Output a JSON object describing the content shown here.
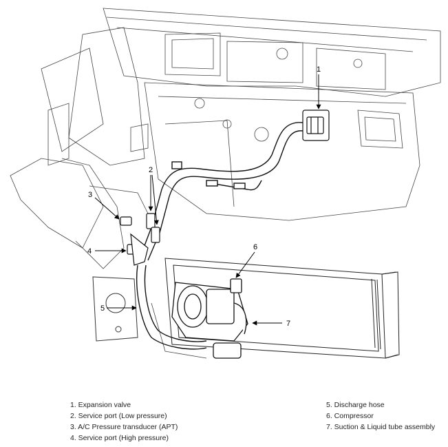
{
  "callouts": [
    "1",
    "2",
    "3",
    "4",
    "5",
    "6",
    "7"
  ],
  "legend": {
    "left": [
      "1. Expansion valve",
      "2. Service port (Low pressure)",
      "3. A/C Pressure transducer (APT)",
      "4. Service port (High pressure)"
    ],
    "right": [
      "5. Discharge hose",
      "6. Compressor",
      "7. Suction & Liquid tube assembly"
    ]
  }
}
